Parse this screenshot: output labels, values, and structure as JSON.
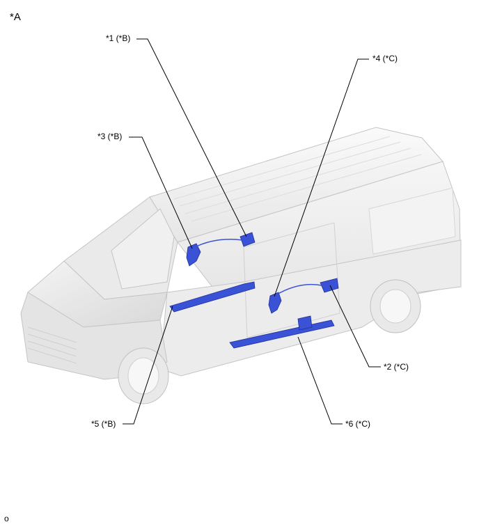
{
  "figure": {
    "label": "*A",
    "footer_mark": "o"
  },
  "callouts": [
    {
      "id": "1",
      "text": "*1 (*B)"
    },
    {
      "id": "2",
      "text": "*2 (*C)"
    },
    {
      "id": "3",
      "text": "*3 (*B)"
    },
    {
      "id": "4",
      "text": "*4 (*C)"
    },
    {
      "id": "5",
      "text": "*5 (*B)"
    },
    {
      "id": "6",
      "text": "*6 (*C)"
    }
  ],
  "colors": {
    "body": "#f2f2f2",
    "body_shade": "#dedede",
    "outline": "#c4c4c4",
    "highlight_part": "#3a52d6",
    "highlight_dark": "#1d2f99",
    "leader": "#000000"
  }
}
